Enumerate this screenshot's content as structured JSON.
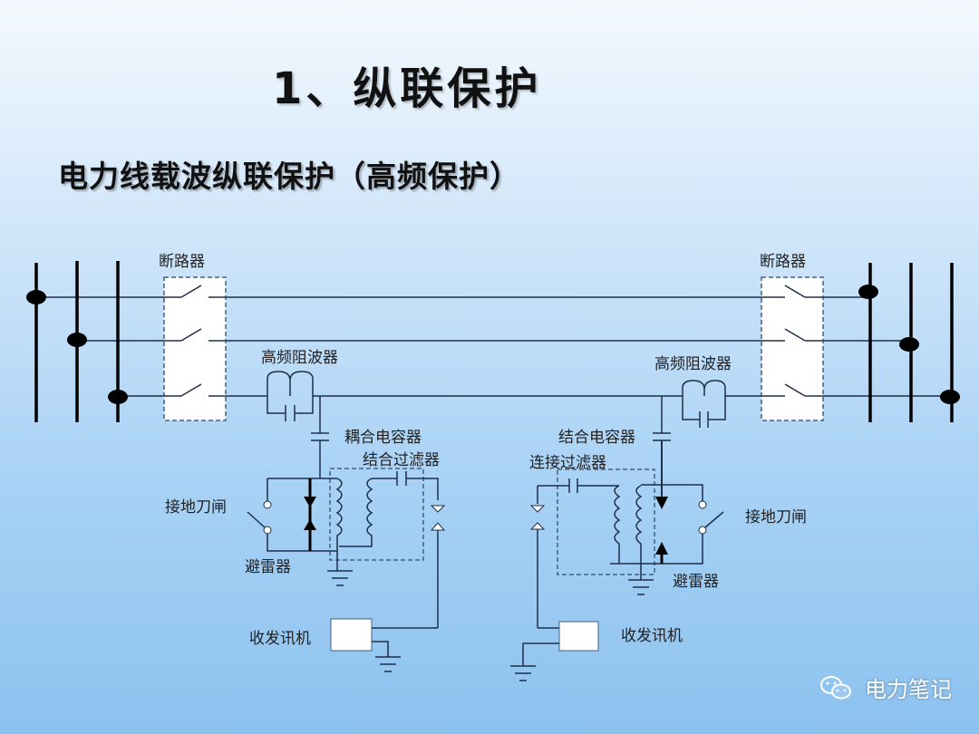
{
  "title": "1、纵联保护",
  "subtitle": "电力线载波纵联保护（高频保护）",
  "diagram": {
    "left": {
      "breaker": "断路器",
      "wave_trap": "高频阻波器",
      "coupling_capacitor": "耦合电容器",
      "coupling_filter": "结合过滤器",
      "ground_switch": "接地刀闸",
      "arrester": "避雷器",
      "transceiver": "收发讯机"
    },
    "right": {
      "breaker": "断路器",
      "wave_trap": "高频阻波器",
      "coupling_capacitor": "结合电容器",
      "coupling_filter": "连接过滤器",
      "ground_switch": "接地刀闸",
      "arrester": "避雷器",
      "transceiver": "收发讯机"
    }
  },
  "watermark": {
    "icon": "wechat-icon",
    "text": "电力笔记"
  }
}
